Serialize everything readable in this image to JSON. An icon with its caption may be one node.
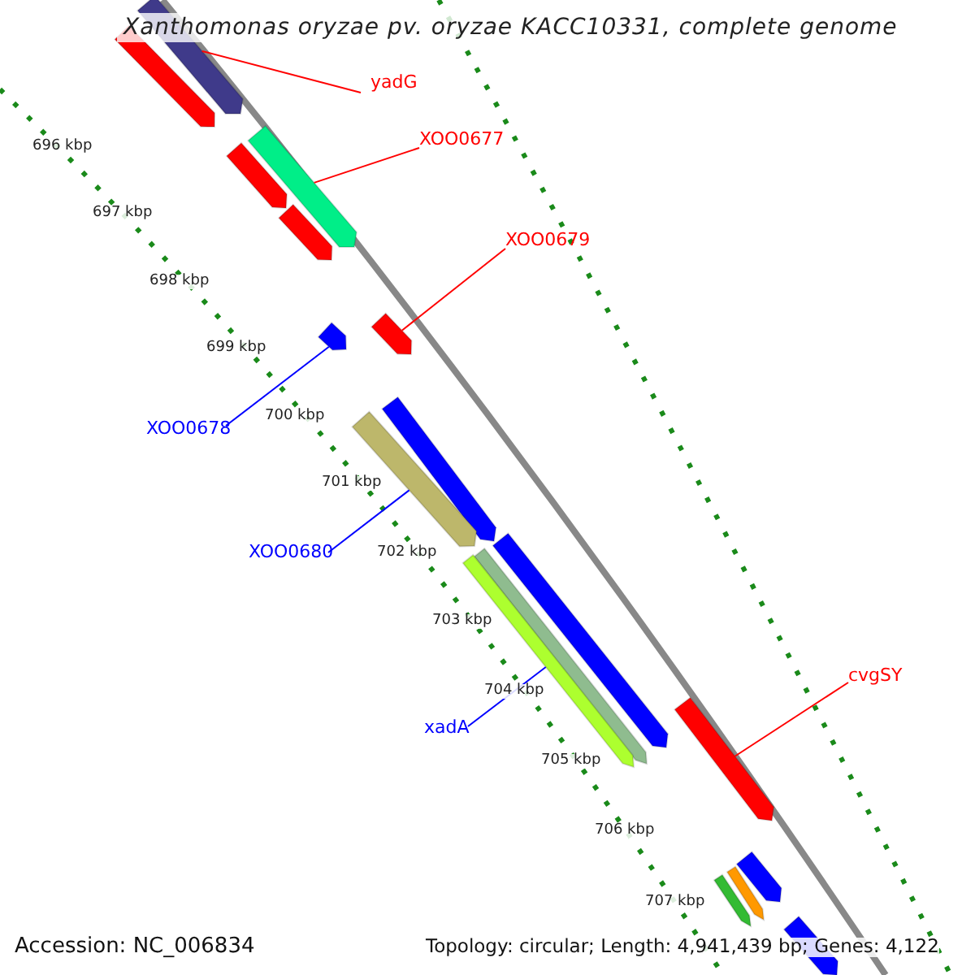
{
  "diagram": {
    "title": "Xanthomonas oryzae pv. oryzae KACC10331, complete genome",
    "nodes": [
      {
        "text": [
          "yadG"
        ]
      },
      {
        "text": [
          "XOO0677"
        ]
      },
      {
        "text": [
          "XOO0679"
        ]
      },
      {
        "text": [
          "XOO0678"
        ]
      },
      {
        "text": [
          "XOO0680"
        ]
      },
      {
        "text": [
          "xadA"
        ]
      },
      {
        "text": [
          "cvgSY"
        ]
      },
      {
        "text": [],
        "shape": "bar"
      },
      {
        "text": [],
        "shape": "bar"
      },
      {
        "text": [],
        "shape": "bar"
      },
      {
        "text": [],
        "shape": "bar"
      },
      {
        "text": [],
        "shape": "bar"
      },
      {
        "text": [],
        "shape": "bar"
      },
      {
        "text": [],
        "shape": "bar"
      },
      {
        "text": [],
        "shape": "bar"
      },
      {
        "text": [],
        "shape": "bar"
      },
      {
        "text": [],
        "shape": "bar"
      },
      {
        "text": [],
        "shape": "bar"
      },
      {
        "text": [],
        "shape": "bar"
      },
      {
        "text": [],
        "shape": "bar"
      },
      {
        "text": [],
        "shape": "bar"
      },
      {
        "text": [],
        "shape": "bar"
      },
      {
        "text": [],
        "shape": "bar"
      },
      {
        "text": [],
        "shape": "bar"
      }
    ],
    "edges": [
      {
        "from": 0,
        "to": 7,
        "arrow": "none"
      },
      {
        "from": 1,
        "to": 9,
        "arrow": "none"
      },
      {
        "from": 2,
        "to": 12,
        "arrow": "none"
      },
      {
        "from": 3,
        "to": 13,
        "arrow": "none",
        "color": "#0000ff"
      },
      {
        "from": 4,
        "to": 15,
        "arrow": "none",
        "color": "#0000ff"
      },
      {
        "from": 5,
        "to": 18,
        "arrow": "none",
        "color": "#0000ff"
      },
      {
        "from": 6,
        "to": 19,
        "arrow": "none"
      }
    ],
    "labels": [
      "696 kbp",
      "697 kbp",
      "698 kbp",
      "699 kbp",
      "700 kbp",
      "701 kbp",
      "702 kbp",
      "703 kbp",
      "704 kbp",
      "705 kbp",
      "706 kbp",
      "707 kbp",
      "Accession: NC_006834",
      "Topology: circular; Length: 4,941,439 bp; Genes: 4,122"
    ]
  }
}
